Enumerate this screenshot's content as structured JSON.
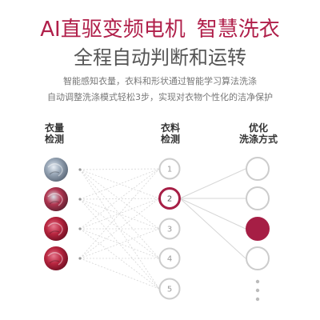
{
  "headline": {
    "part1": "AI直驱变频电机",
    "part2": "智慧洗衣"
  },
  "subheadline": "全程自动判断和运转",
  "description": {
    "line1": "智能感知衣量，衣料和形状通过智能学习算法洗涤",
    "line2": "自动调整洗涤模式轻松3步，实现对衣物个性化的洁净保护"
  },
  "columns": {
    "load": {
      "line1": "衣量",
      "line2": "检测"
    },
    "fabric": {
      "line1": "衣料",
      "line2": "检测"
    },
    "wash": {
      "line1": "优化",
      "line2": "洗涤方式"
    }
  },
  "fabric_nodes": [
    "1",
    "2",
    "3",
    "4",
    "5"
  ],
  "selection": {
    "fabric_node": "2",
    "wash_option": 3
  },
  "icons": {
    "laundry_samples": [
      "grey-laundry-icon",
      "red-grey-laundry-icon",
      "red-laundry-icon",
      "red-laundry-icon"
    ]
  },
  "colors": {
    "brand": "#a61e45",
    "headline": "#b01f4a",
    "subheadline": "#555555",
    "text": "#777777",
    "label": "#333333",
    "node_stroke": "#cccccc",
    "line": "#d6d6d6"
  }
}
